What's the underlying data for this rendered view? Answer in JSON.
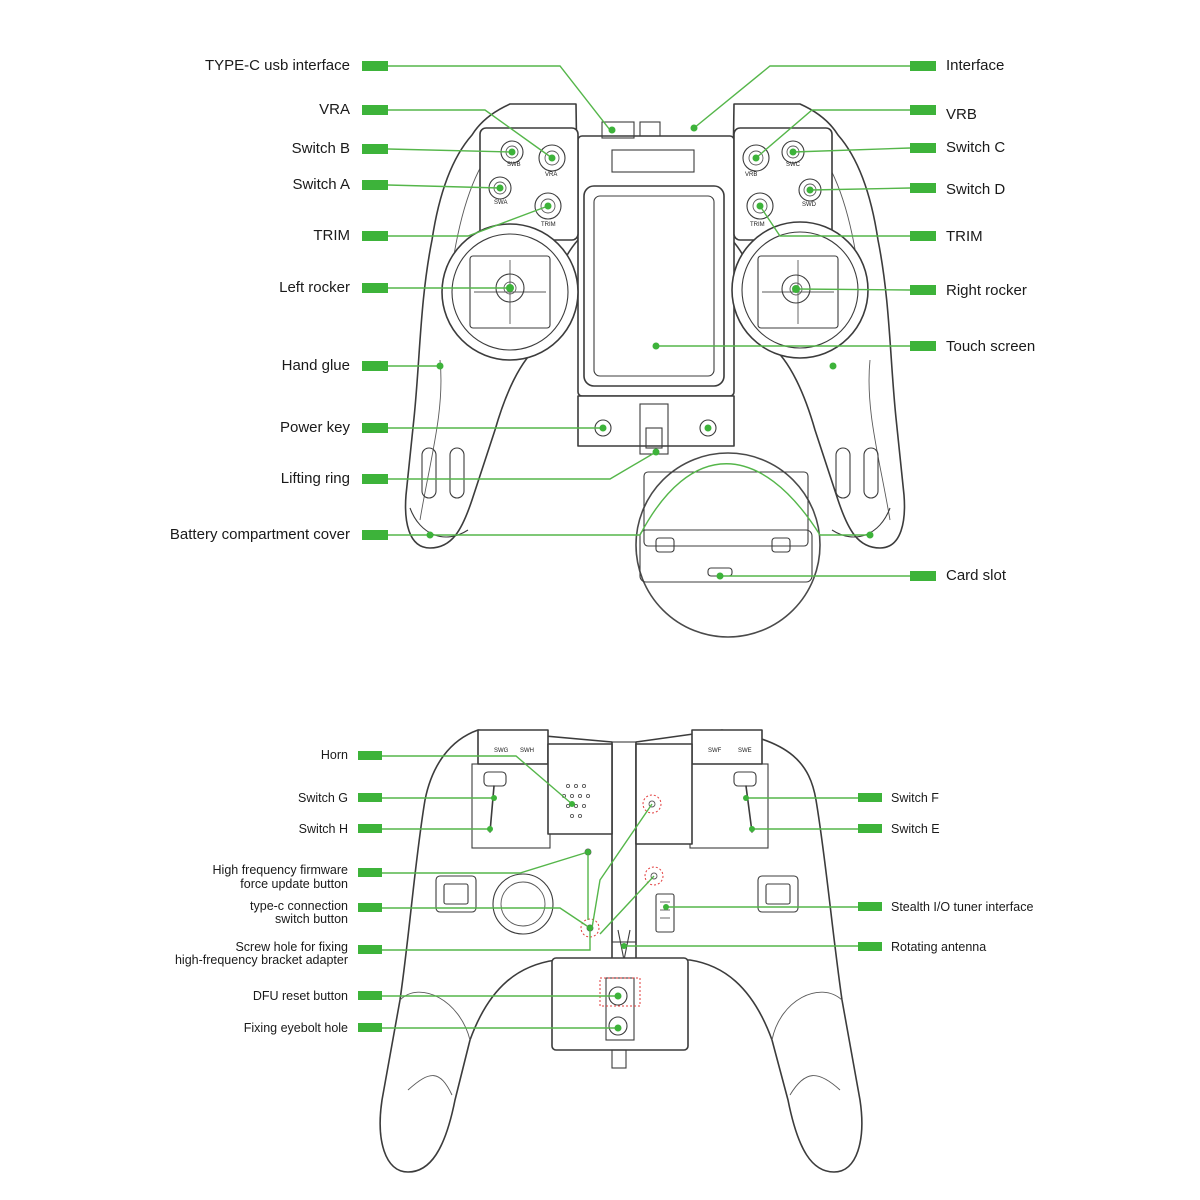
{
  "colors": {
    "accent": "#3db33a",
    "line": "#3c3c3c",
    "highlight": "#e23b3b"
  },
  "top_diagram": {
    "left_labels": [
      "TYPE-C usb interface",
      "VRA",
      "Switch B",
      "Switch A",
      "TRIM",
      "Left rocker",
      "Hand glue",
      "Power key",
      "Lifting ring",
      "Battery compartment cover"
    ],
    "right_labels": [
      "Interface",
      "VRB",
      "Switch C",
      "Switch D",
      "TRIM",
      "Right rocker",
      "Touch screen",
      "Card slot"
    ],
    "panel_marks": [
      "SWB",
      "VRA",
      "SWA",
      "TRIM",
      "VRB",
      "SWC",
      "SWD",
      "TRIM"
    ]
  },
  "bottom_diagram": {
    "left_labels": [
      [
        "Horn"
      ],
      [
        "Switch G"
      ],
      [
        "Switch H"
      ],
      [
        "High frequency firmware",
        "force update button"
      ],
      [
        "type-c connection",
        "switch button"
      ],
      [
        "Screw hole for fixing",
        "high-frequency bracket adapter"
      ],
      [
        "DFU reset button"
      ],
      [
        "Fixing eyebolt hole"
      ]
    ],
    "right_labels": [
      "Switch F",
      "Switch E",
      "Stealth I/O tuner interface",
      "Rotating antenna"
    ],
    "panel_marks": [
      "SWG",
      "SWH",
      "SWF",
      "SWE"
    ]
  }
}
